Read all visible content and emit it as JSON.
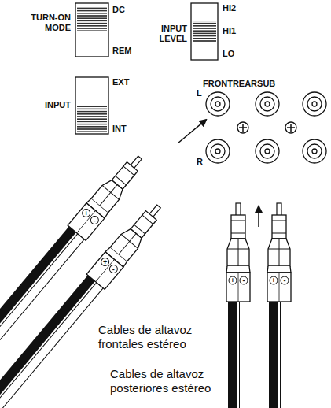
{
  "diagram": {
    "labels": [
      "TURN-ON MODE",
      "DC",
      "REM",
      "INPUT LEVEL",
      "HI2",
      "HI1",
      "LO",
      "INPUT",
      "EXT",
      "INT",
      "FRONTREARSUB",
      "L",
      "R",
      "+",
      "-",
      "+",
      "-",
      "+",
      "-",
      "+",
      "-",
      "Cables de altavoz frontales estéreo",
      "Cables de altavoz posteriores estéreo"
    ]
  }
}
